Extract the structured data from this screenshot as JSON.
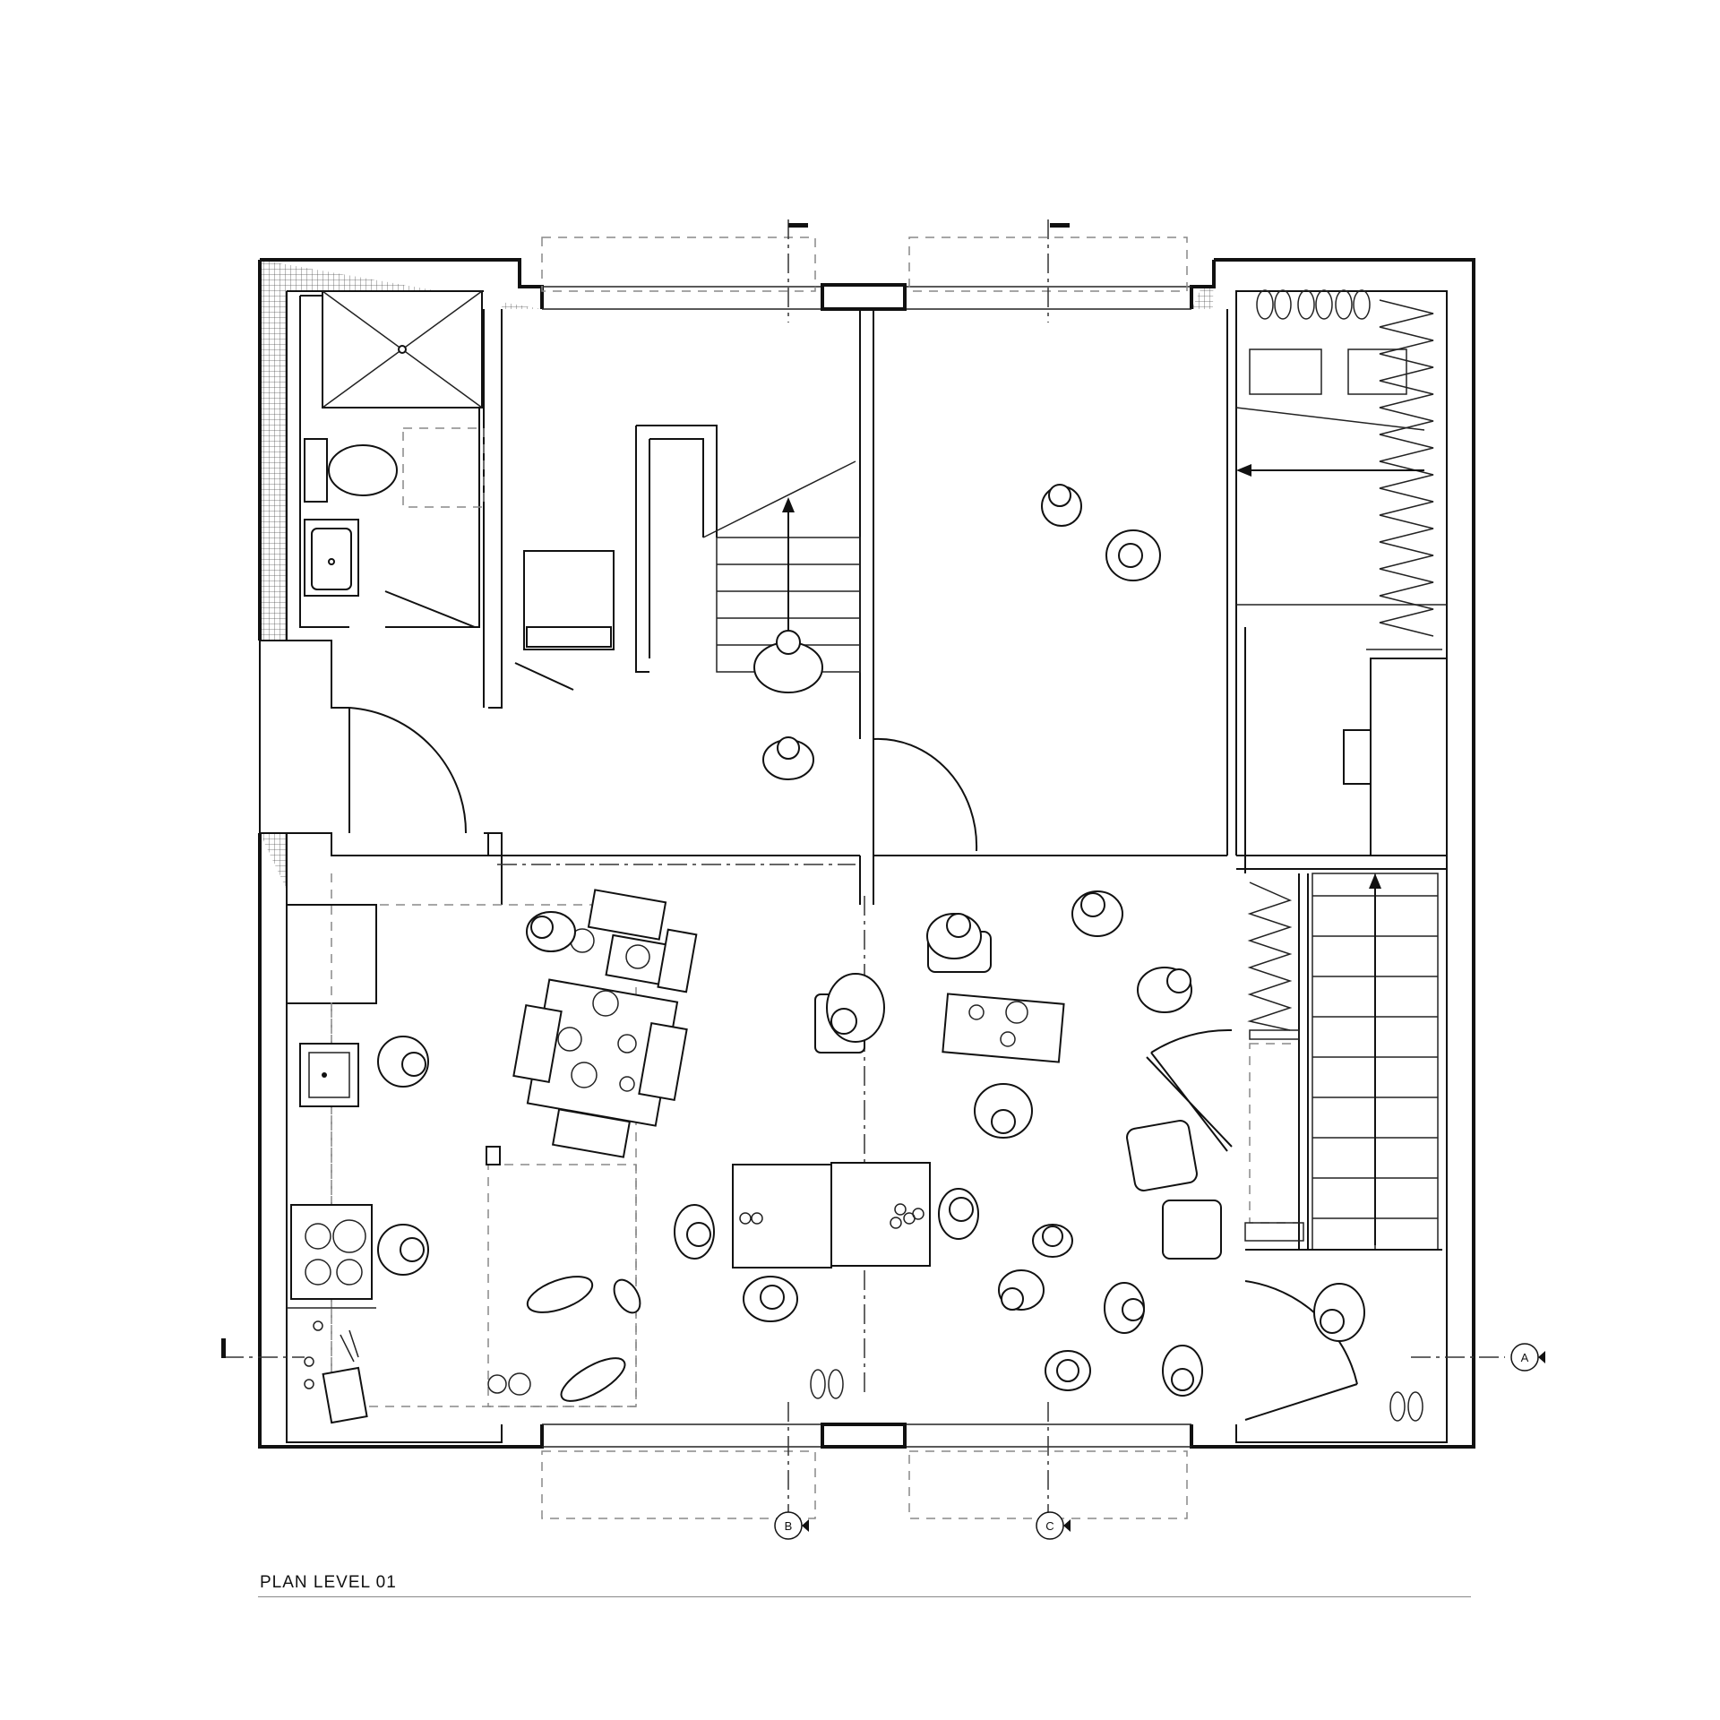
{
  "title": "PLAN LEVEL 01",
  "section_markers": [
    {
      "label": "A",
      "direction": "right"
    },
    {
      "label": "B",
      "direction": "down"
    },
    {
      "label": "C",
      "direction": "down"
    }
  ],
  "colors": {
    "line": "#111111",
    "background": "#ffffff",
    "dashed": "#888888"
  },
  "rooms": [
    "bathroom",
    "stair-hall",
    "bedroom",
    "walk-in-closet",
    "kitchen-dining",
    "living",
    "stair"
  ]
}
